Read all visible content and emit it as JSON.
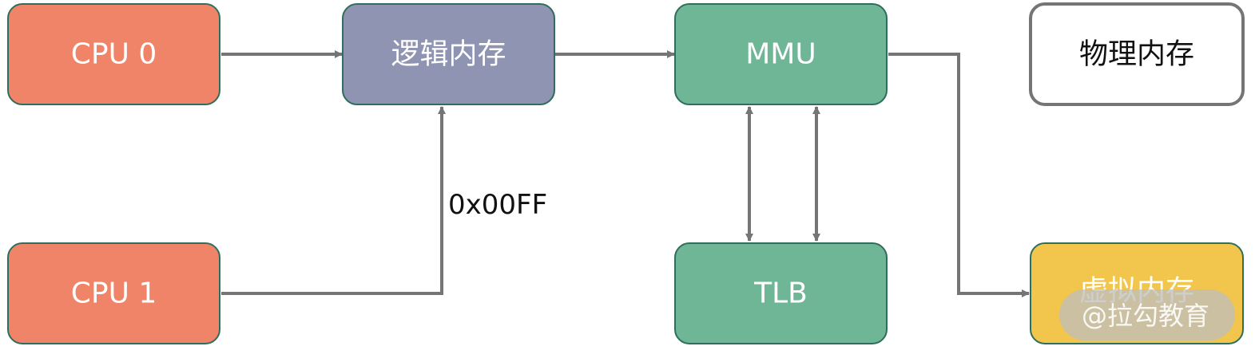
{
  "nodes": {
    "cpu0": {
      "label": "CPU 0",
      "fill": "#F08468",
      "stroke": "#2F6E5C",
      "text": "#FFFFFF"
    },
    "cpu1": {
      "label": "CPU 1",
      "fill": "#F08468",
      "stroke": "#2F6E5C",
      "text": "#FFFFFF"
    },
    "logical_memory": {
      "label": "逻辑内存",
      "fill": "#8F94B2",
      "stroke": "#2F6E5C",
      "text": "#FFFFFF"
    },
    "mmu": {
      "label": "MMU",
      "fill": "#6FB696",
      "stroke": "#2F6E5C",
      "text": "#FFFFFF"
    },
    "tlb": {
      "label": "TLB",
      "fill": "#6FB696",
      "stroke": "#2F6E5C",
      "text": "#FFFFFF"
    },
    "physical_memory": {
      "label": "物理内存",
      "fill": "#FFFFFF",
      "stroke": "#757575",
      "text": "#111111"
    },
    "virtual_memory": {
      "label": "虚拟内存",
      "fill": "#F2C64C",
      "stroke": "#2F6E5C",
      "text": "#FFFFFF"
    }
  },
  "edges": {
    "cpu1_to_logical": {
      "label": "0x00FF"
    }
  },
  "colors": {
    "connector": "#757575",
    "watermark_bg": "#BDBDBD"
  },
  "watermark": {
    "text": "@拉勾教育"
  }
}
